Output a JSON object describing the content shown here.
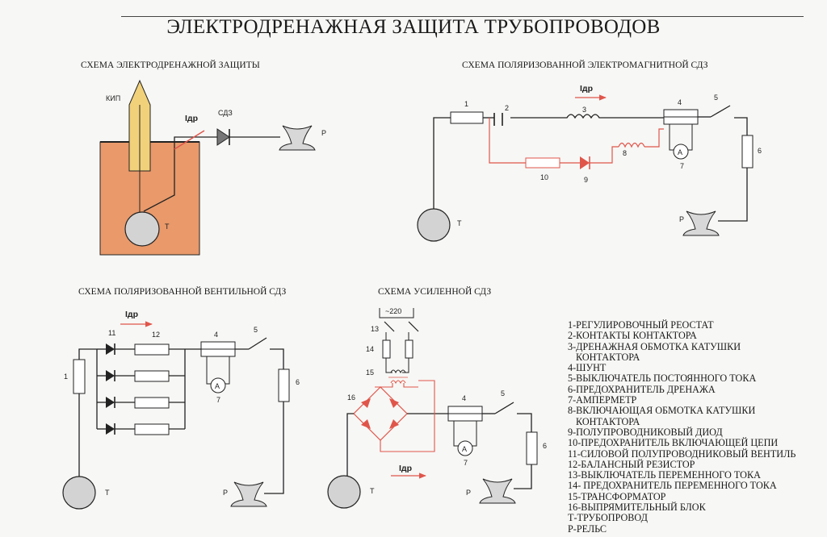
{
  "title": "ЭЛЕКТРОДРЕНАЖНАЯ ЗАЩИТА ТРУБОПРОВОДОВ",
  "sections": {
    "drainage": "СХЕМА ЭЛЕКТРОДРЕНАЖНОЙ ЗАЩИТЫ",
    "polarized_em": "СХЕМА ПОЛЯРИЗОВАННОЙ ЭЛЕКТРОМАГНИТНОЙ СДЗ",
    "polarized_valve": "СХЕМА ПОЛЯРИЗОВАННОЙ ВЕНТИЛЬНОЙ СДЗ",
    "enhanced": "СХЕМА УСИЛЕННОЙ СДЗ"
  },
  "labels": {
    "kip": "КИП",
    "sdz": "СДЗ",
    "idr": "Iдр",
    "t": "Т",
    "p": "Р",
    "a": "A",
    "v220": "~220",
    "n1": "1",
    "n2": "2",
    "n3": "3",
    "n4": "4",
    "n5": "5",
    "n6": "6",
    "n7": "7",
    "n8": "8",
    "n9": "9",
    "n10": "10",
    "n11": "11",
    "n12": "12",
    "n13": "13",
    "n14": "14",
    "n15": "15",
    "n16": "16"
  },
  "legend": [
    "1-РЕГУЛИРОВОЧНЫЙ РЕОСТАТ",
    "2-КОНТАКТЫ КОНТАКТОРА",
    "3-ДРЕНАЖНАЯ ОБМОТКА КАТУШКИ",
    "КОНТАКТОРА",
    "4-ШУНТ",
    "5-ВЫКЛЮЧАТЕЛЬ ПОСТОЯННОГО ТОКА",
    "6-ПРЕДОХРАНИТЕЛЬ ДРЕНАЖА",
    "7-АМПЕРМЕТР",
    "8-ВКЛЮЧАЮЩАЯ ОБМОТКА КАТУШКИ",
    "КОНТАКТОРА",
    "9-ПОЛУПРОВОДНИКОВЫЙ ДИОД",
    "10-ПРЕДОХРАНИТЕЛЬ ВКЛЮЧАЮЩЕЙ ЦЕПИ",
    "11-СИЛОВОЙ ПОЛУПРОВОДНИКОВЫЙ ВЕНТИЛЬ",
    "12-БАЛАНСНЫЙ РЕЗИСТОР",
    "13-ВЫКЛЮЧАТЕЛЬ ПЕРЕМЕННОГО ТОКА",
    "14- ПРЕДОХРАНИТЕЛЬ ПЕРЕМЕННОГО ТОКА",
    "15-ТРАНСФОРМАТОР",
    "16-ВЫПРЯМИТЕЛЬНЫЙ БЛОК",
    "Т-ТРУБОПРОВОД",
    "Р-РЕЛЬС"
  ],
  "colors": {
    "soil": "#e9996a",
    "kip_post": "#f1d17a",
    "red_circuit": "#e0554a",
    "pipe": "#d3d3d3",
    "diode_gray": "#777777"
  }
}
